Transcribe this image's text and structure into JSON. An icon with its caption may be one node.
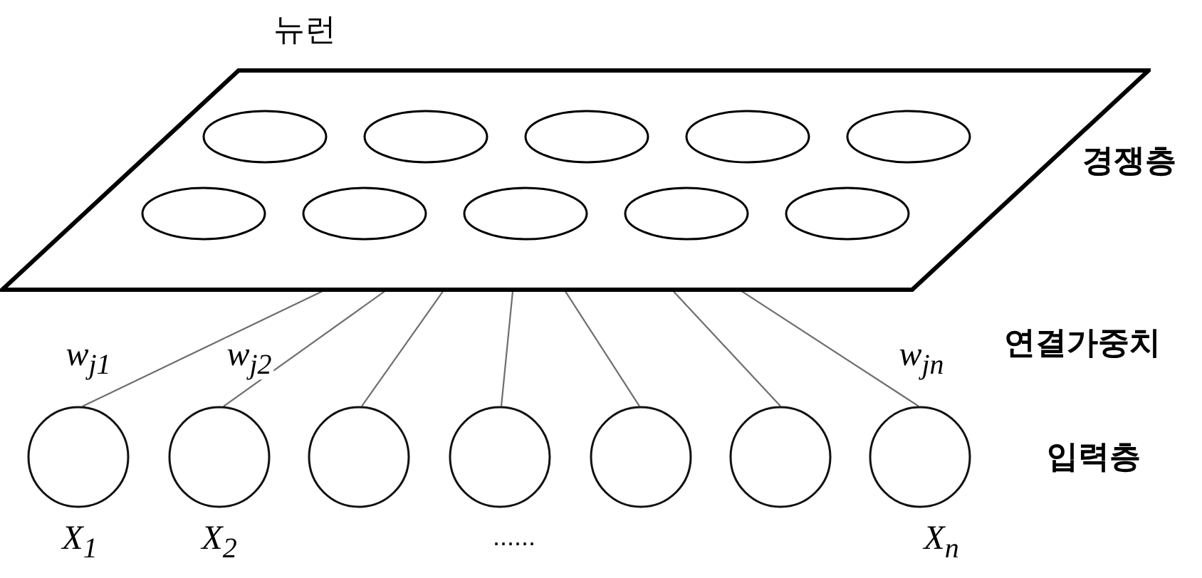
{
  "diagram": {
    "nodes": [
      {
        "text": [],
        "shape": "parallelogram"
      },
      {
        "text": [],
        "shape": "ellipse",
        "in": 0
      },
      {
        "text": [],
        "shape": "ellipse",
        "in": 0
      },
      {
        "text": [],
        "shape": "ellipse",
        "in": 0
      },
      {
        "text": [],
        "shape": "ellipse",
        "in": 0
      },
      {
        "text": [],
        "shape": "ellipse",
        "in": 0
      },
      {
        "text": [],
        "shape": "ellipse",
        "in": 0
      },
      {
        "text": [],
        "shape": "ellipse",
        "in": 0
      },
      {
        "text": [],
        "shape": "ellipse",
        "in": 0
      },
      {
        "text": [],
        "shape": "ellipse",
        "in": 0
      },
      {
        "text": [],
        "shape": "ellipse",
        "in": 0
      },
      {
        "text": [],
        "shape": "circle",
        "beside": [
          "X$_{1}$"
        ]
      },
      {
        "text": [],
        "shape": "circle",
        "beside": [
          "X$_{2}$"
        ]
      },
      {
        "text": [],
        "shape": "circle"
      },
      {
        "text": [],
        "shape": "circle"
      },
      {
        "text": [],
        "shape": "circle"
      },
      {
        "text": [],
        "shape": "circle"
      },
      {
        "text": [],
        "shape": "circle",
        "beside": [
          "X$_{n}$"
        ]
      }
    ],
    "edges": [
      {
        "from": 0,
        "to": 11,
        "arrow": "none",
        "label": "w$_{j1}$"
      },
      {
        "from": 0,
        "to": 12,
        "arrow": "none",
        "label": "w$_{j2}$"
      },
      {
        "from": 0,
        "to": 13,
        "arrow": "none"
      },
      {
        "from": 0,
        "to": 14,
        "arrow": "none"
      },
      {
        "from": 0,
        "to": 15,
        "arrow": "none"
      },
      {
        "from": 0,
        "to": 16,
        "arrow": "none"
      },
      {
        "from": 0,
        "to": 17,
        "arrow": "none",
        "label": "w$_{jn}$"
      }
    ],
    "labels": [
      "뉴런",
      "경쟁층",
      "연결가중치",
      "입력층",
      "......"
    ]
  }
}
